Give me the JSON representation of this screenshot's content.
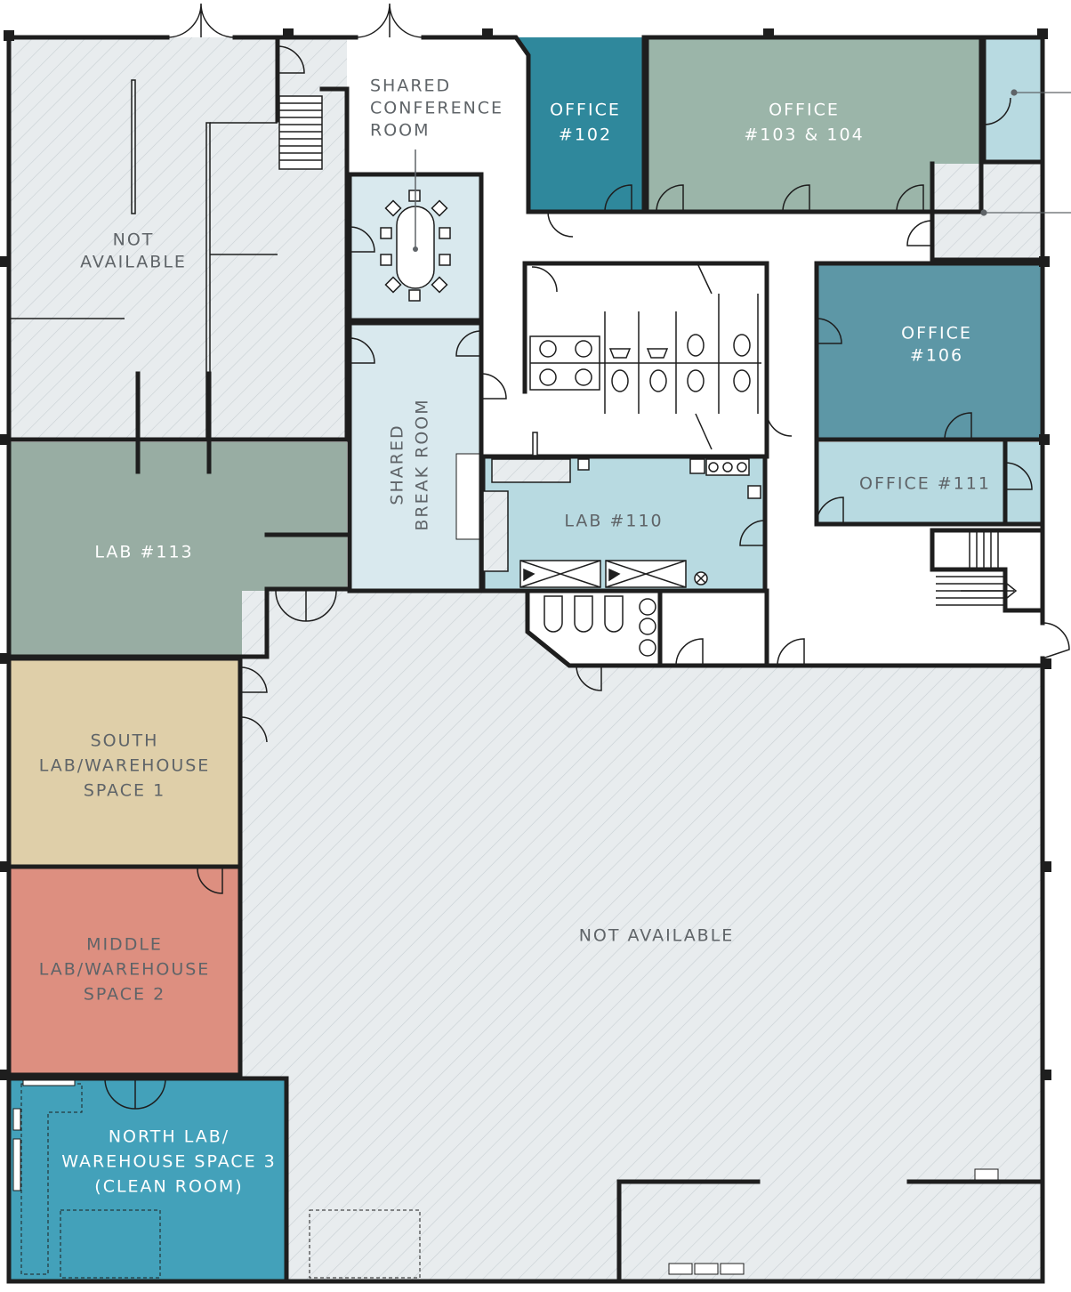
{
  "colors": {
    "not_available": "#e8ecee",
    "hatch": "#c9d0d4",
    "office_102": "#2f889c",
    "office_103_104": "#9bb5a9",
    "office_106": "#5d97a6",
    "light_blue": "#b8dae1",
    "conference": "#d9e9ee",
    "lab_113": "#98ada3",
    "south_space": "#dfcfa9",
    "middle_space": "#dd8f80",
    "north_space": "#43a1ba",
    "wall": "#1e1e1e"
  },
  "rooms": {
    "not_available_nw": {
      "line1": "NOT",
      "line2": "AVAILABLE"
    },
    "conference": {
      "line1": "SHARED",
      "line2": "CONFERENCE",
      "line3": "ROOM"
    },
    "office_102": {
      "line1": "OFFICE",
      "line2": "#102"
    },
    "office_103_104": {
      "line1": "OFFICE",
      "line2": "#103 & 104"
    },
    "office_106": {
      "line1": "OFFICE",
      "line2": "#106"
    },
    "office_111": {
      "line1": "OFFICE #111"
    },
    "break_room": {
      "line1": "SHARED",
      "line2": "BREAK ROOM"
    },
    "lab_110": {
      "line1": "LAB #110"
    },
    "lab_113": {
      "line1": "LAB #113"
    },
    "south_space": {
      "line1": "SOUTH",
      "line2": "LAB/WAREHOUSE",
      "line3": "SPACE 1"
    },
    "middle_space": {
      "line1": "MIDDLE",
      "line2": "LAB/WAREHOUSE",
      "line3": "SPACE 2"
    },
    "north_space": {
      "line1": "NORTH LAB/",
      "line2": "WAREHOUSE SPACE 3",
      "line3": "(CLEAN ROOM)"
    },
    "not_available_main": {
      "line1": "NOT AVAILABLE"
    }
  }
}
